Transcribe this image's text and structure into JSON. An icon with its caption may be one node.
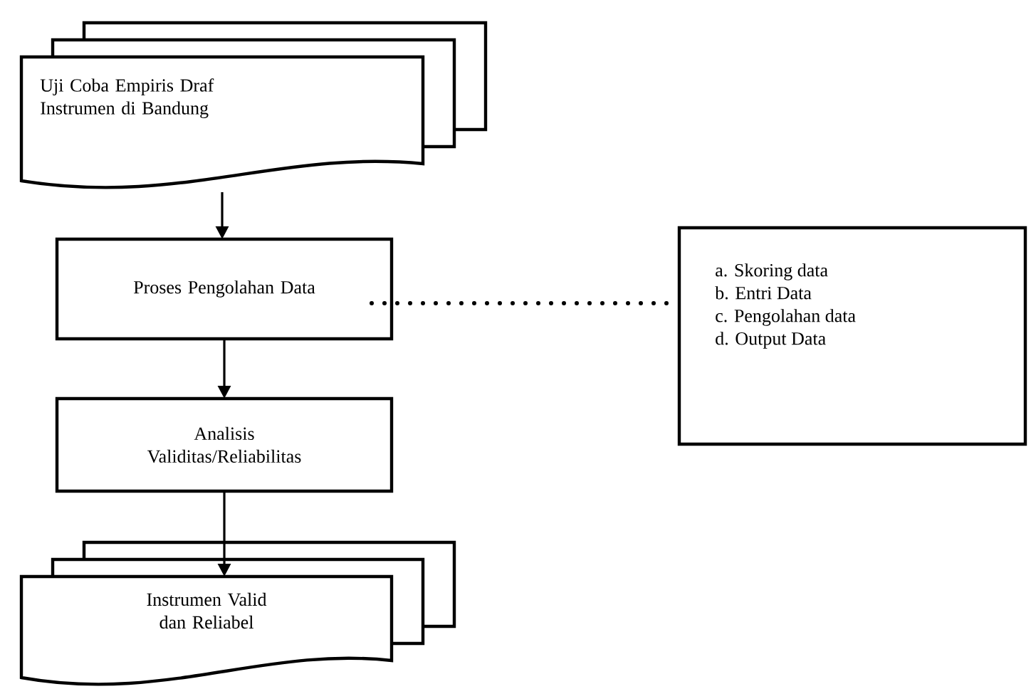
{
  "diagram": {
    "nodes": [
      {
        "text": [
          "Uji Coba Empiris Draf Instrumen di Bandung"
        ]
      },
      {
        "text": [
          "Proses Pengolahan Data"
        ]
      },
      {
        "text": [
          "Analisis Validitas/Reliabilitas"
        ]
      },
      {
        "text": [
          "Instrumen Valid dan Reliabel"
        ]
      },
      {
        "text": [
          "a. Skoring data",
          "b. Entri Data",
          "c. Pengolahan data",
          "d. Output Data"
        ]
      }
    ],
    "edges": [
      {
        "from": 0,
        "to": 1,
        "arrow": "to"
      },
      {
        "from": 1,
        "to": 4,
        "arrow": "none",
        "style": "dashed"
      },
      {
        "from": 1,
        "to": 2,
        "arrow": "to"
      },
      {
        "from": 2,
        "to": 3,
        "arrow": "to"
      }
    ]
  }
}
